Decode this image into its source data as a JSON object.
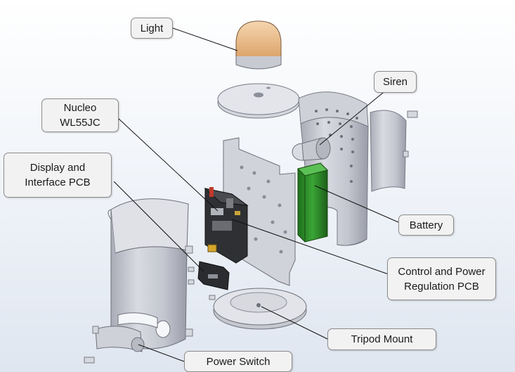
{
  "labels": {
    "light": "Light",
    "siren": "Siren",
    "nucleo": "Nucleo\nWL55JC",
    "display": "Display and\nInterface PCB",
    "battery": "Battery",
    "control": "Control and Power\nRegulation PCB",
    "tripod": "Tripod Mount",
    "power_switch": "Power Switch"
  },
  "colors": {
    "housing": "#c9cbd3",
    "housing_dark": "#9ea1ac",
    "light_dome": "#f0c79b",
    "battery": "#2e8f2a",
    "pcb": "#3a3a3a",
    "callout_bg": "#f2f2f2"
  }
}
